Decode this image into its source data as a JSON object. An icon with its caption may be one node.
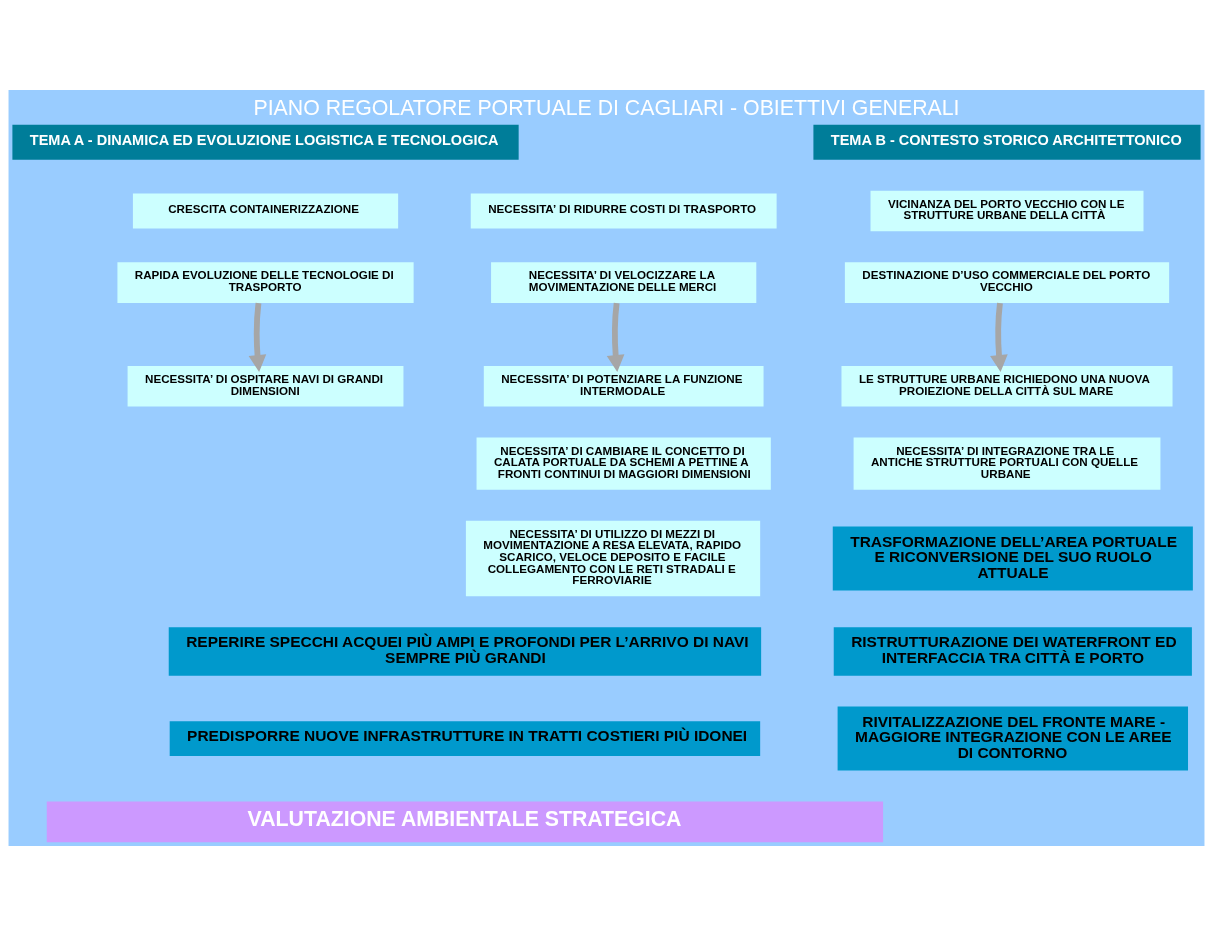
{
  "diagram": {
    "title": "PIANO REGOLATORE PORTUALE DI CAGLIARI - OBIETTIVI GENERALI",
    "nodes": [
      {
        "text": [
          "TEMA A - DINAMICA ED EVOLUZIONE LOGISTICA E TECNOLOGICA"
        ]
      },
      {
        "text": [
          "TEMA B - CONTESTO STORICO ARCHITETTONICO"
        ]
      },
      {
        "text": [
          "CRESCITA CONTAINERIZZAZIONE"
        ]
      },
      {
        "text": [
          "RAPIDA EVOLUZIONE DELLE TECNOLOGIE DI TRASPORTO"
        ]
      },
      {
        "text": [
          "NECESSITA’ DI RIDURRE COSTI DI TRASPORTO"
        ]
      },
      {
        "text": [
          "NECESSITA’ DI VELOCIZZARE LA MOVIMENTAZIONE DELLE MERCI"
        ]
      },
      {
        "text": [
          "VICINANZA DEL PORTO VECCHIO CON LE STRUTTURE URBANE DELLA CITTÀ"
        ]
      },
      {
        "text": [
          "DESTINAZIONE D’USO COMMERCIALE DEL PORTO VECCHIO"
        ]
      },
      {
        "text": [
          "NECESSITA’ DI OSPITARE NAVI DI GRANDI DIMENSIONI"
        ]
      },
      {
        "text": [
          "NECESSITA’ DI POTENZIARE LA FUNZIONE INTERMODALE"
        ]
      },
      {
        "text": [
          "LE STRUTTURE URBANE RICHIEDONO UNA NUOVA PROIEZIONE DELLA CITTÀ SUL MARE"
        ]
      },
      {
        "text": [
          "NECESSITA’ DI CAMBIARE IL CONCETTO DI CALATA PORTUALE DA SCHEMI A PETTINE A FRONTI CONTINUI DI MAGGIORI DIMENSIONI"
        ]
      },
      {
        "text": [
          "NECESSITA’ DI INTEGRAZIONE TRA LE ANTICHE STRUTTURE PORTUALI CON QUELLE URBANE"
        ]
      },
      {
        "text": [
          "NECESSITA’ DI UTILIZZO DI MEZZI DI MOVIMENTAZIONE A RESA ELEVATA, RAPIDO SCARICO, VELOCE DEPOSITO E FACILE COLLEGAMENTO CON LE RETI STRADALI E FERROVIARIE"
        ]
      },
      {
        "text": [
          "TRASFORMAZIONE DELL’AREA PORTUALE E RICONVERSIONE DEL SUO RUOLO ATTUALE"
        ]
      },
      {
        "text": [
          "REPERIRE SPECCHI ACQUEI PIÙ AMPI E PROFONDI PER L’ARRIVO DI NAVI SEMPRE PIÙ GRANDI"
        ]
      },
      {
        "text": [
          "RISTRUTTURAZIONE DEI WATERFRONT ED INTERFACCIA TRA CITTÀ E PORTO"
        ]
      },
      {
        "text": [
          "PREDISPORRE NUOVE INFRASTRUTTURE IN TRATTI COSTIERI PIÙ IDONEI"
        ]
      },
      {
        "text": [
          "RIVITALIZZAZIONE DEL FRONTE MARE - MAGGIORE INTEGRAZIONE CON LE AREE DI CONTORNO"
        ]
      },
      {
        "text": [
          "VALUTAZIONE AMBIENTALE STRATEGICA"
        ]
      }
    ],
    "edges": [
      {
        "from": 3,
        "to": 8,
        "arrow": "to"
      },
      {
        "from": 5,
        "to": 9,
        "arrow": "to"
      },
      {
        "from": 7,
        "to": 10,
        "arrow": "to"
      }
    ]
  }
}
